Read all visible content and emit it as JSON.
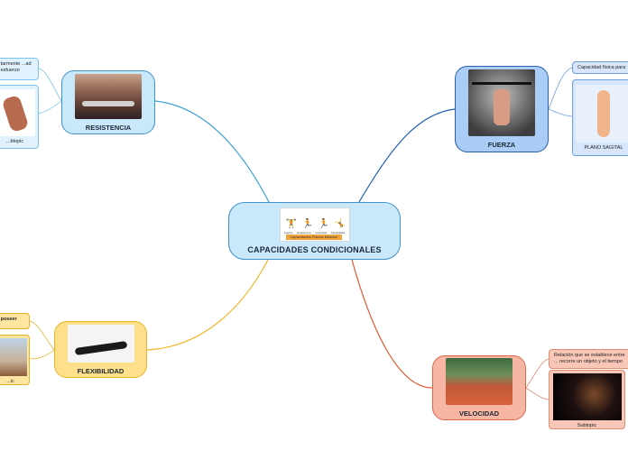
{
  "central": {
    "label": "CAPACIDADES CONDICIONALES",
    "image_caption": "Capacidades Físicas Básicas",
    "image_figures": [
      "Fuerza",
      "Resistencia",
      "Velocidad",
      "Flexibilidad"
    ]
  },
  "topics": {
    "resistencia": {
      "label": "RESISTENCIA",
      "detail_text": "...tarmente ...ad o esfuerzo",
      "card_caption": "...btopic"
    },
    "fuerza": {
      "label": "FUERZA",
      "detail_text": "Capacidad física para",
      "card_caption": "PLANO SAGITAL"
    },
    "flexibilidad": {
      "label": "FLEXIBILIDAD",
      "detail_text": "a poseer",
      "card_caption": "...ic"
    },
    "velocidad": {
      "label": "VELOCIDAD",
      "detail_text": "Relación que se establece entre ... recorre un objeto y el tiempo",
      "card_caption": "Subtopic"
    }
  },
  "colors": {
    "resistencia_link": "#3aa3d8",
    "fuerza_link": "#1f5fb5",
    "flexibilidad_link": "#f2b72b",
    "velocidad_link": "#e0562e"
  }
}
